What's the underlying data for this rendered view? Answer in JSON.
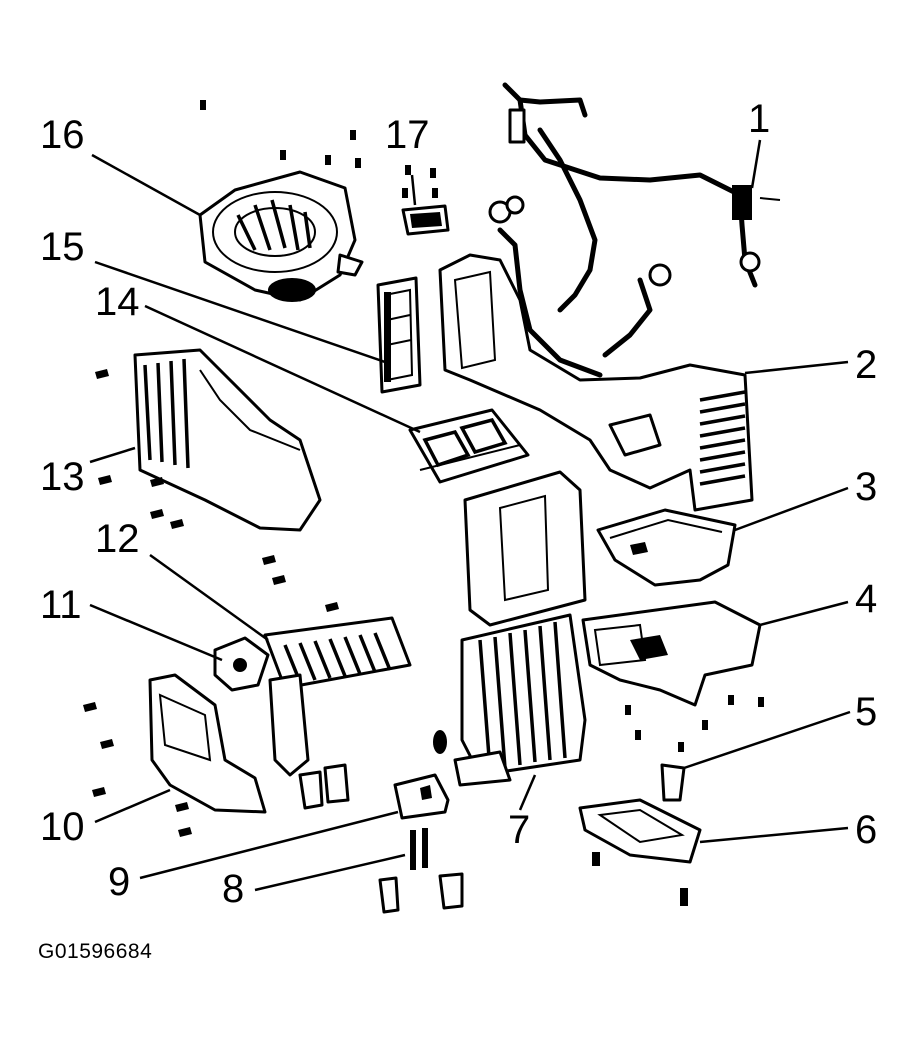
{
  "figure_id": "G01596684",
  "callouts": {
    "c1": "1",
    "c2": "2",
    "c3": "3",
    "c4": "4",
    "c5": "5",
    "c6": "6",
    "c7": "7",
    "c8": "8",
    "c9": "9",
    "c10": "10",
    "c11": "11",
    "c12": "12",
    "c13": "13",
    "c14": "14",
    "c15": "15",
    "c16": "16",
    "c17": "17"
  }
}
